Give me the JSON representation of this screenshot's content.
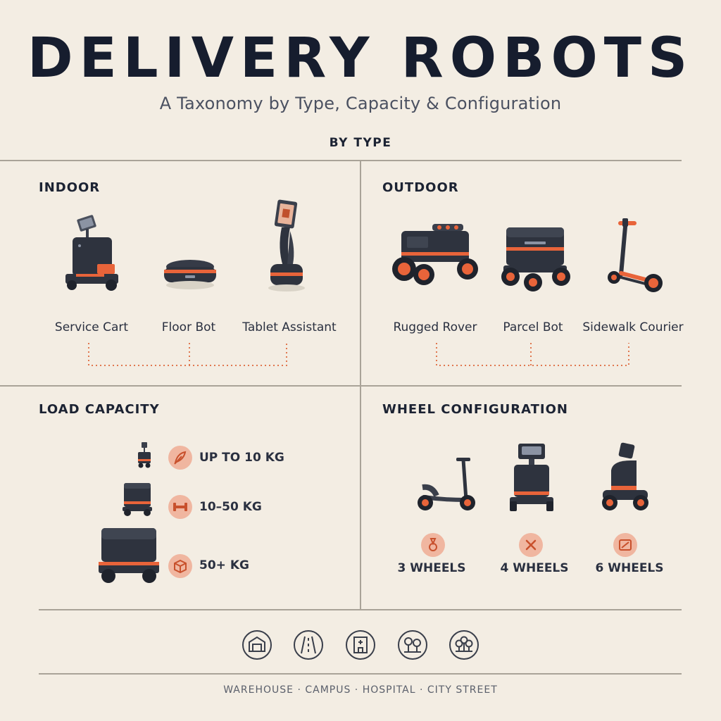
{
  "header": {
    "title": "DELIVERY ROBOTS",
    "subtitle": "A Taxonomy by Type, Capacity & Configuration",
    "section_by_type": "BY TYPE"
  },
  "indoor": {
    "title": "INDOOR",
    "robots": [
      {
        "label": "Service Cart",
        "icon": "service-cart-robot"
      },
      {
        "label": "Floor Bot",
        "icon": "floor-bot-robot"
      },
      {
        "label": "Tablet Assistant",
        "icon": "tablet-assistant-robot"
      }
    ]
  },
  "outdoor": {
    "title": "OUTDOOR",
    "robots": [
      {
        "label": "Rugged Rover",
        "icon": "rugged-rover-robot"
      },
      {
        "label": "Parcel Bot",
        "icon": "parcel-bot-robot"
      },
      {
        "label": "Sidewalk Courier",
        "icon": "sidewalk-courier-robot"
      }
    ]
  },
  "load_capacity": {
    "title": "LOAD CAPACITY",
    "levels": [
      {
        "label": "UP TO 10 KG",
        "icon": "feather-icon"
      },
      {
        "label": "10–50 KG",
        "icon": "dumbbell-icon"
      },
      {
        "label": "50+ KG",
        "icon": "box-icon"
      }
    ]
  },
  "wheel_configuration": {
    "title": "WHEEL CONFIGURATION",
    "options": [
      {
        "label": "3 WHEELS",
        "icon": "three-wheel-icon"
      },
      {
        "label": "4 WHEELS",
        "icon": "four-wheel-icon"
      },
      {
        "label": "6 WHEELS",
        "icon": "six-wheel-icon"
      }
    ]
  },
  "footer": {
    "icons": [
      "warehouse-icon",
      "road-icon",
      "hospital-icon",
      "campus-trees-icon",
      "city-trees-icon"
    ],
    "text": "WAREHOUSE · CAMPUS · HOSPITAL · CITY STREET"
  },
  "colors": {
    "background": "#f3ede3",
    "ink": "#1c2333",
    "robot_body": "#3a3f4b",
    "accent": "#e8643a",
    "divider": "#a9a398"
  }
}
